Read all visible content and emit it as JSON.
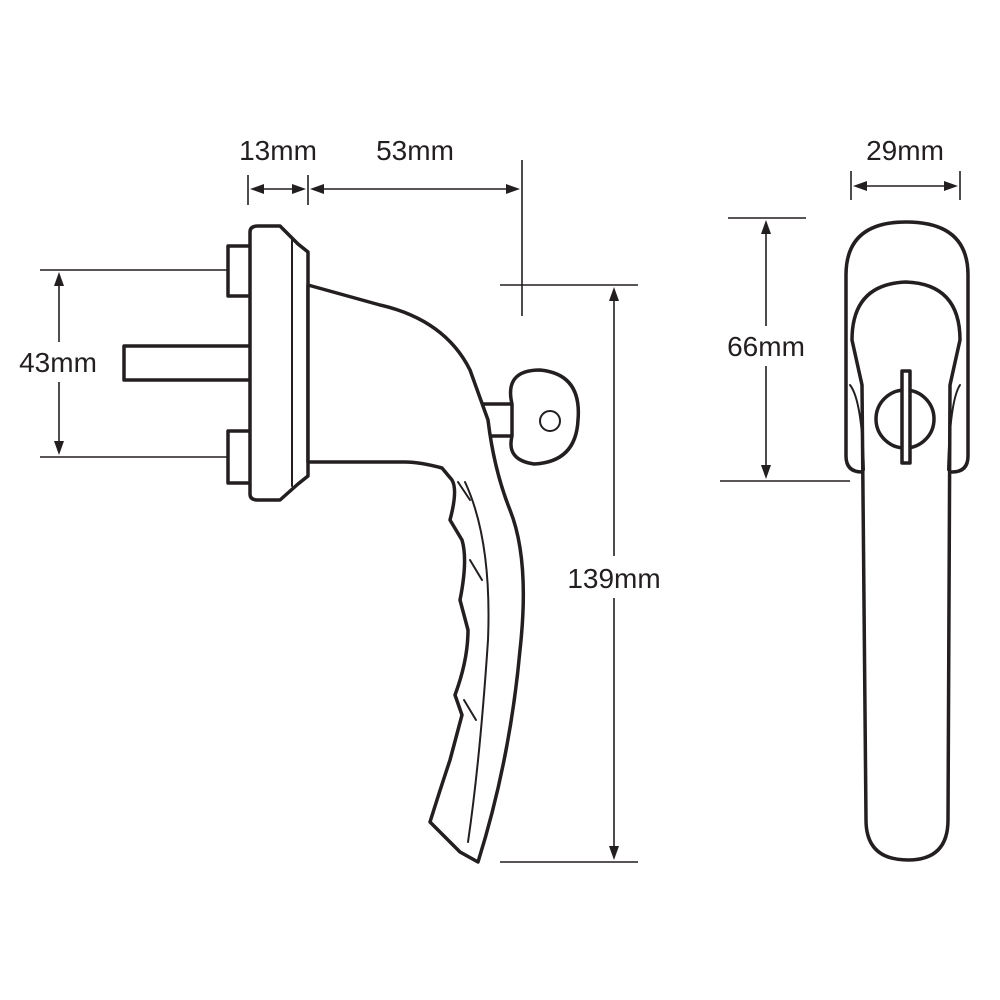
{
  "dimensions": {
    "base_depth": "13mm",
    "projection": "53mm",
    "fixing_centres": "43mm",
    "handle_length": "139mm",
    "head_height": "66mm",
    "width": "29mm"
  },
  "colors": {
    "line": "#231f20",
    "background": "#ffffff"
  }
}
